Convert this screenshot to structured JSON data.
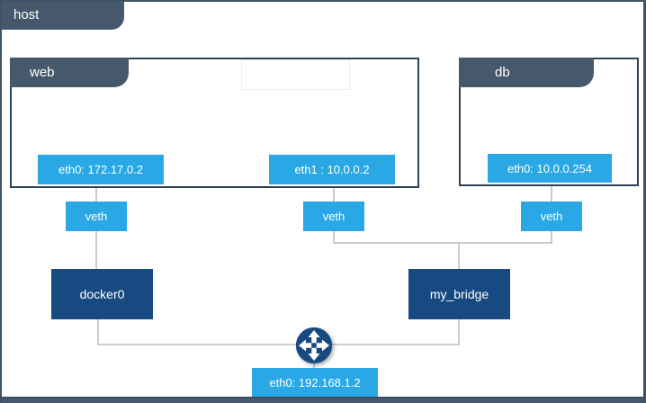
{
  "diagram": {
    "host": {
      "label": "host"
    },
    "containers": [
      {
        "id": "web",
        "label": "web",
        "interfaces": [
          {
            "label": "eth0: 172.17.0.2"
          },
          {
            "label": "eth1 : 10.0.0.2"
          }
        ]
      },
      {
        "id": "db",
        "label": "db",
        "interfaces": [
          {
            "label": "eth0: 10.0.0.254"
          }
        ]
      }
    ],
    "veths": [
      {
        "label": "veth"
      },
      {
        "label": "veth"
      },
      {
        "label": "veth"
      }
    ],
    "bridges": [
      {
        "label": "docker0"
      },
      {
        "label": "my_bridge"
      }
    ],
    "router_icon": "cross-arrows-router",
    "host_interface": {
      "label": "eth0: 192.168.1.2"
    },
    "colors": {
      "tab_slate": "#46596C",
      "container_border": "#2E4256",
      "node_blue": "#29A8E5",
      "node_navy": "#174A80",
      "wire_gray": "#BBBBBB"
    }
  }
}
